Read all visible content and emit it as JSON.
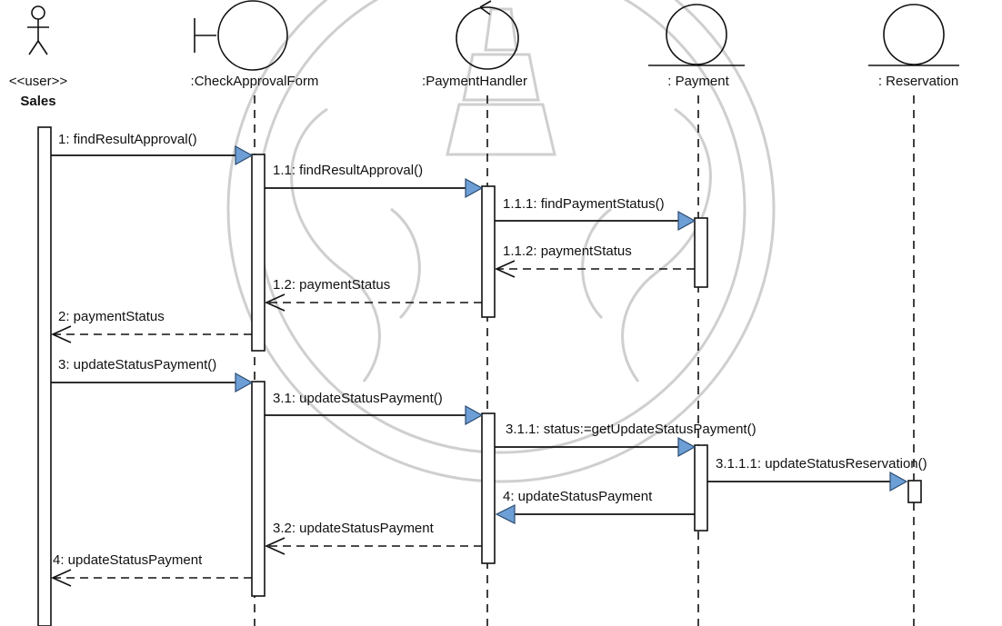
{
  "colors": {
    "line": "#111111",
    "arrow_fill": "#6d9fd6",
    "activation_fill": "#ffffff",
    "watermark": "#cfcfcf",
    "background": "#ffffff"
  },
  "lifelines": [
    {
      "id": "sales",
      "kind": "actor",
      "stereotype": "<<user>>",
      "name": "Sales"
    },
    {
      "id": "checkform",
      "kind": "boundary",
      "name": ":CheckApprovalForm"
    },
    {
      "id": "payhandler",
      "kind": "control",
      "name": ":PaymentHandler"
    },
    {
      "id": "payment",
      "kind": "entity",
      "name": ": Payment"
    },
    {
      "id": "reservation",
      "kind": "entity",
      "name": ": Reservation"
    }
  ],
  "messages": [
    {
      "from": "sales",
      "to": "checkform",
      "label": "1: findResultApproval()",
      "type": "call"
    },
    {
      "from": "checkform",
      "to": "payhandler",
      "label": "1.1: findResultApproval()",
      "type": "call"
    },
    {
      "from": "payhandler",
      "to": "payment",
      "label": "1.1.1: findPaymentStatus()",
      "type": "call"
    },
    {
      "from": "payment",
      "to": "payhandler",
      "label": "1.1.2: paymentStatus",
      "type": "return"
    },
    {
      "from": "payhandler",
      "to": "checkform",
      "label": "1.2: paymentStatus",
      "type": "return"
    },
    {
      "from": "checkform",
      "to": "sales",
      "label": "2: paymentStatus",
      "type": "return"
    },
    {
      "from": "sales",
      "to": "checkform",
      "label": "3: updateStatusPayment()",
      "type": "call"
    },
    {
      "from": "checkform",
      "to": "payhandler",
      "label": "3.1: updateStatusPayment()",
      "type": "call"
    },
    {
      "from": "payhandler",
      "to": "payment",
      "label": "3.1.1: status:=getUpdateStatusPayment()",
      "type": "call"
    },
    {
      "from": "payment",
      "to": "reservation",
      "label": "3.1.1.1: updateStatusReservation()",
      "type": "call"
    },
    {
      "from": "payment",
      "to": "payhandler",
      "label": "4: updateStatusPayment",
      "type": "call"
    },
    {
      "from": "payhandler",
      "to": "checkform",
      "label": "3.2: updateStatusPayment",
      "type": "return"
    },
    {
      "from": "checkform",
      "to": "sales",
      "label": "4: updateStatusPayment",
      "type": "return"
    }
  ]
}
